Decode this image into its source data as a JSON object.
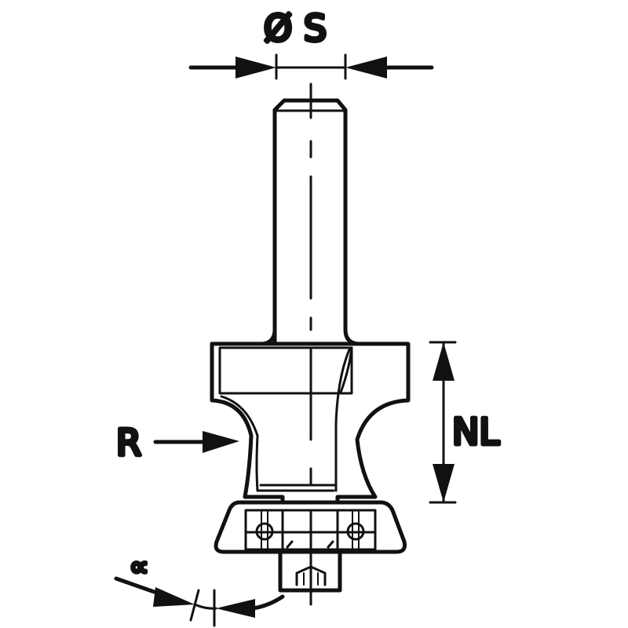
{
  "diagram": {
    "subject": "router-bit",
    "labels": {
      "shank_diameter": "Ø S",
      "radius": "R",
      "length": "NL",
      "angle": "∝"
    },
    "colors": {
      "line": "#111111",
      "background": "#ffffff"
    }
  }
}
